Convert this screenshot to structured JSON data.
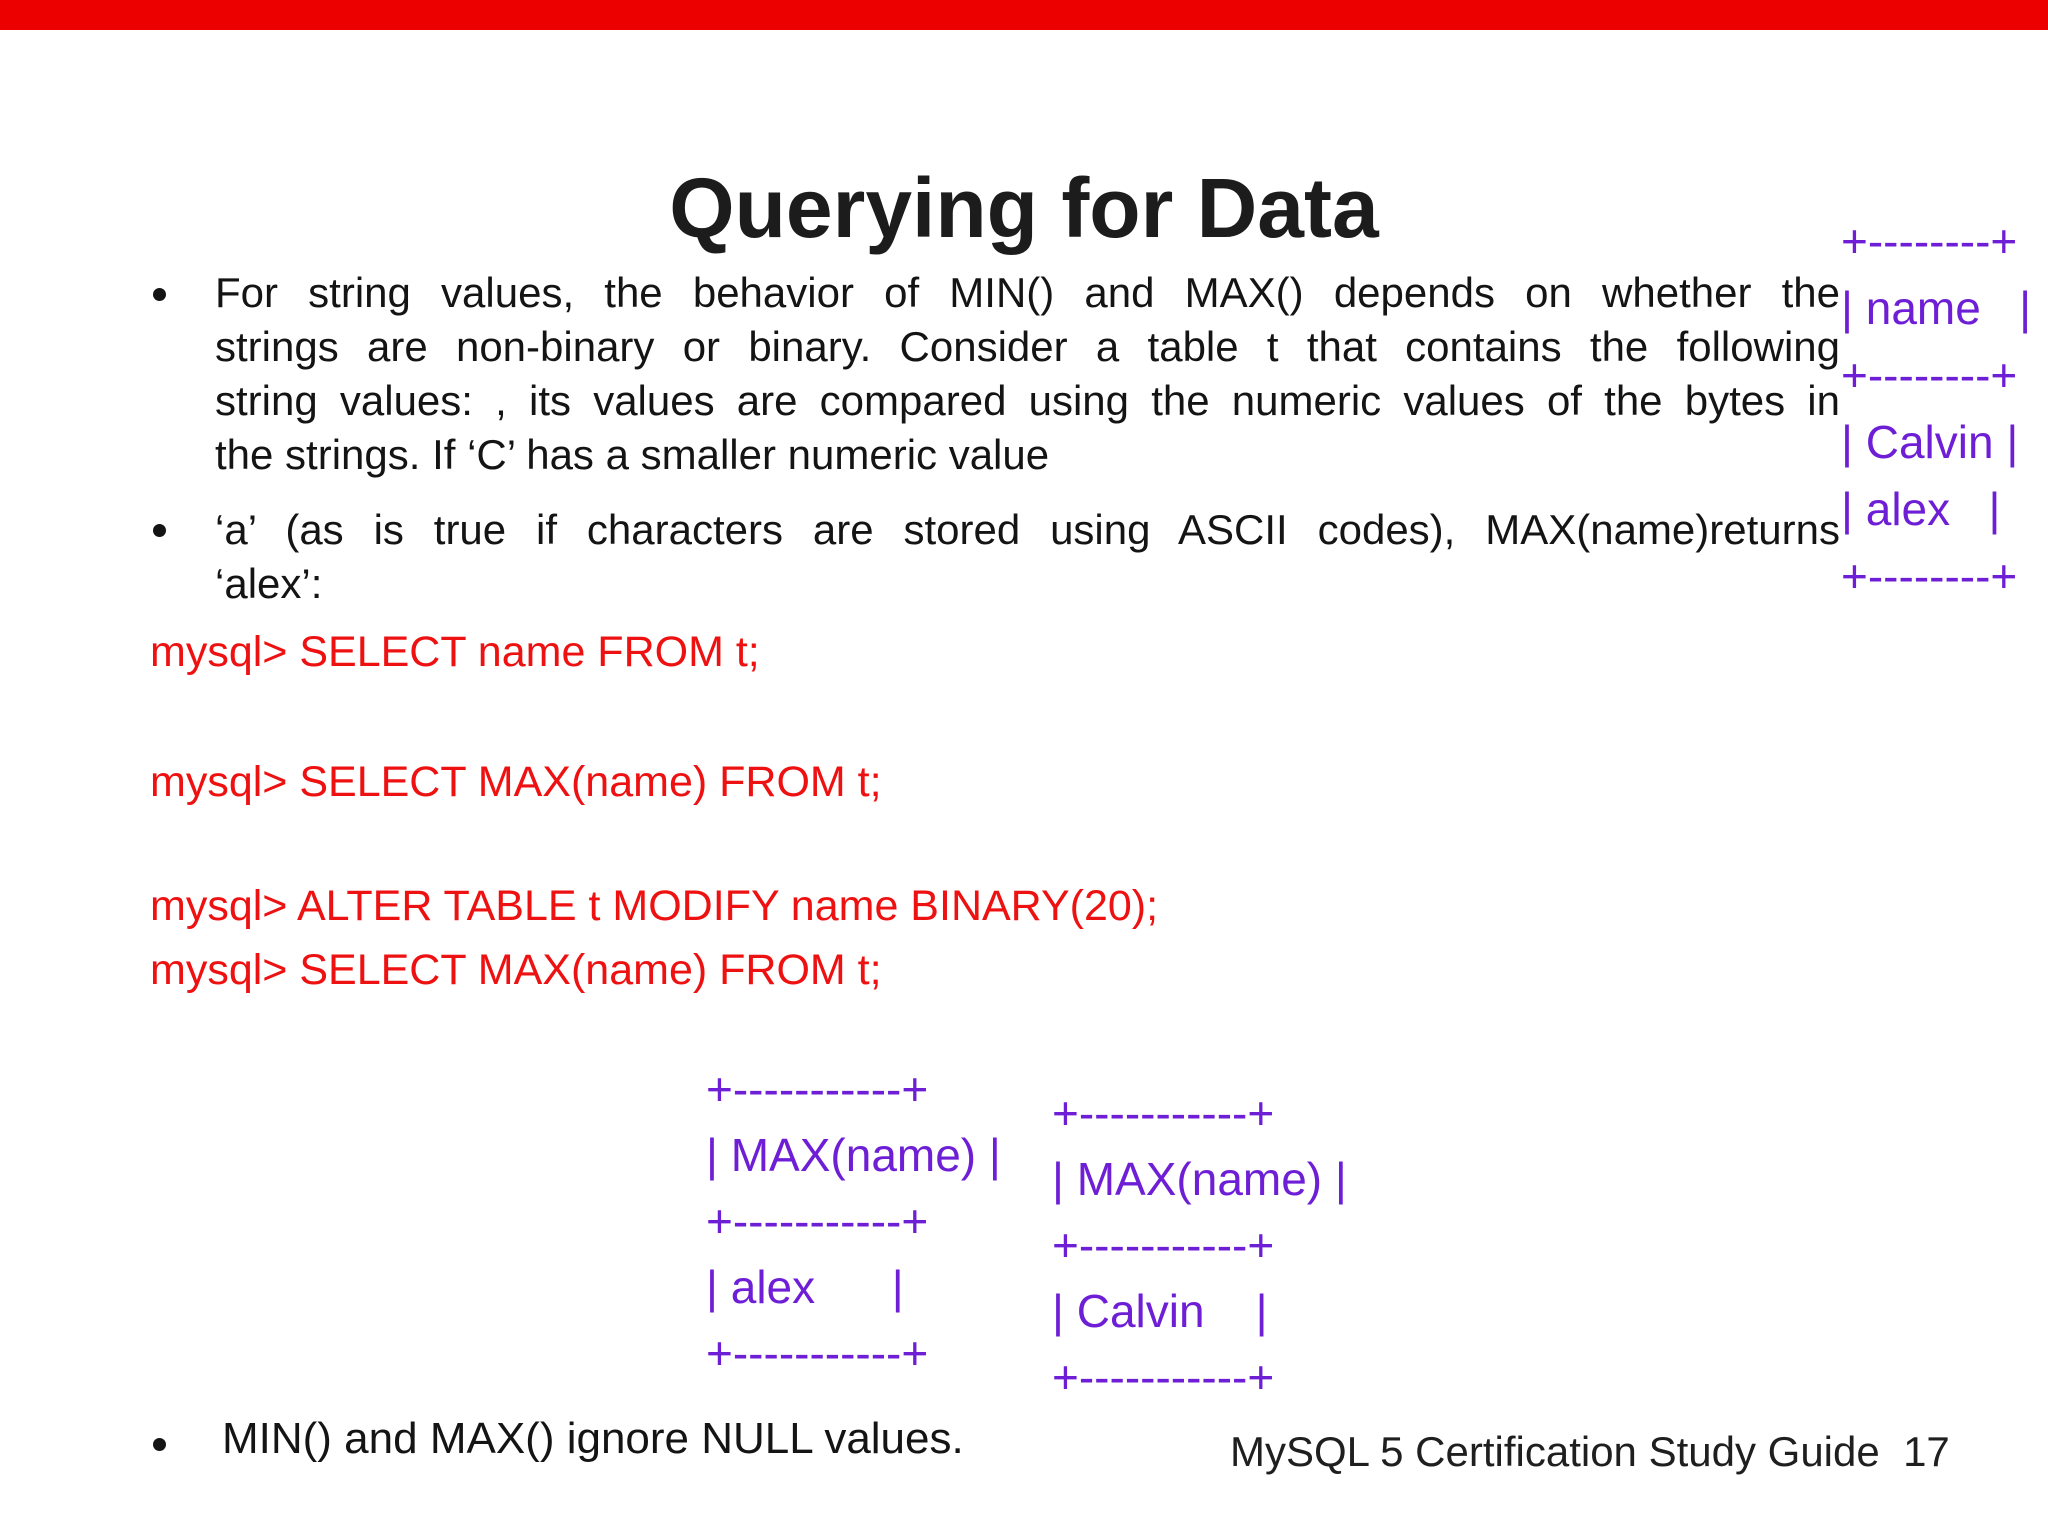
{
  "colors": {
    "topbar_red": "#ec0000",
    "code_red": "#ee1111",
    "accent_purple": "#6e1fd6",
    "text": "#1a1a1a"
  },
  "slide": {
    "title": "Querying for Data",
    "bullet1": {
      "lines": [
        "For string values, the behavior of MIN() and MAX() depends on whether the",
        "strings are non-binary or binary. Consider a table t that contains the following",
        "string values: , its values are compared using the numeric values of the bytes in",
        "the strings. If ‘C’ has a smaller numeric value"
      ]
    },
    "bullet2": {
      "lines": [
        "‘a’ (as is true if characters are stored using ASCII codes), MAX(name)returns",
        "‘alex’:"
      ]
    },
    "code_lines": [
      "mysql> SELECT name FROM t;",
      "mysql> SELECT MAX(name) FROM t;",
      "mysql> ALTER TABLE t MODIFY name BINARY(20);",
      "mysql> SELECT MAX(name) FROM t;"
    ],
    "table_name_values": {
      "lines": [
        "+--------+",
        "| name   |",
        "+--------+",
        "| Calvin |",
        "| alex   |",
        "+--------+"
      ]
    },
    "table_max_nonbinary": {
      "lines": [
        "+-----------+",
        "| MAX(name) |",
        "+-----------+",
        "| alex      |",
        "+-----------+"
      ]
    },
    "table_max_binary": {
      "lines": [
        "+-----------+",
        "| MAX(name) |",
        "+-----------+",
        "| Calvin    |",
        "+-----------+"
      ]
    },
    "bullet3": "MIN() and MAX() ignore NULL values.",
    "footer": "MySQL 5 Certification Study Guide  17"
  }
}
